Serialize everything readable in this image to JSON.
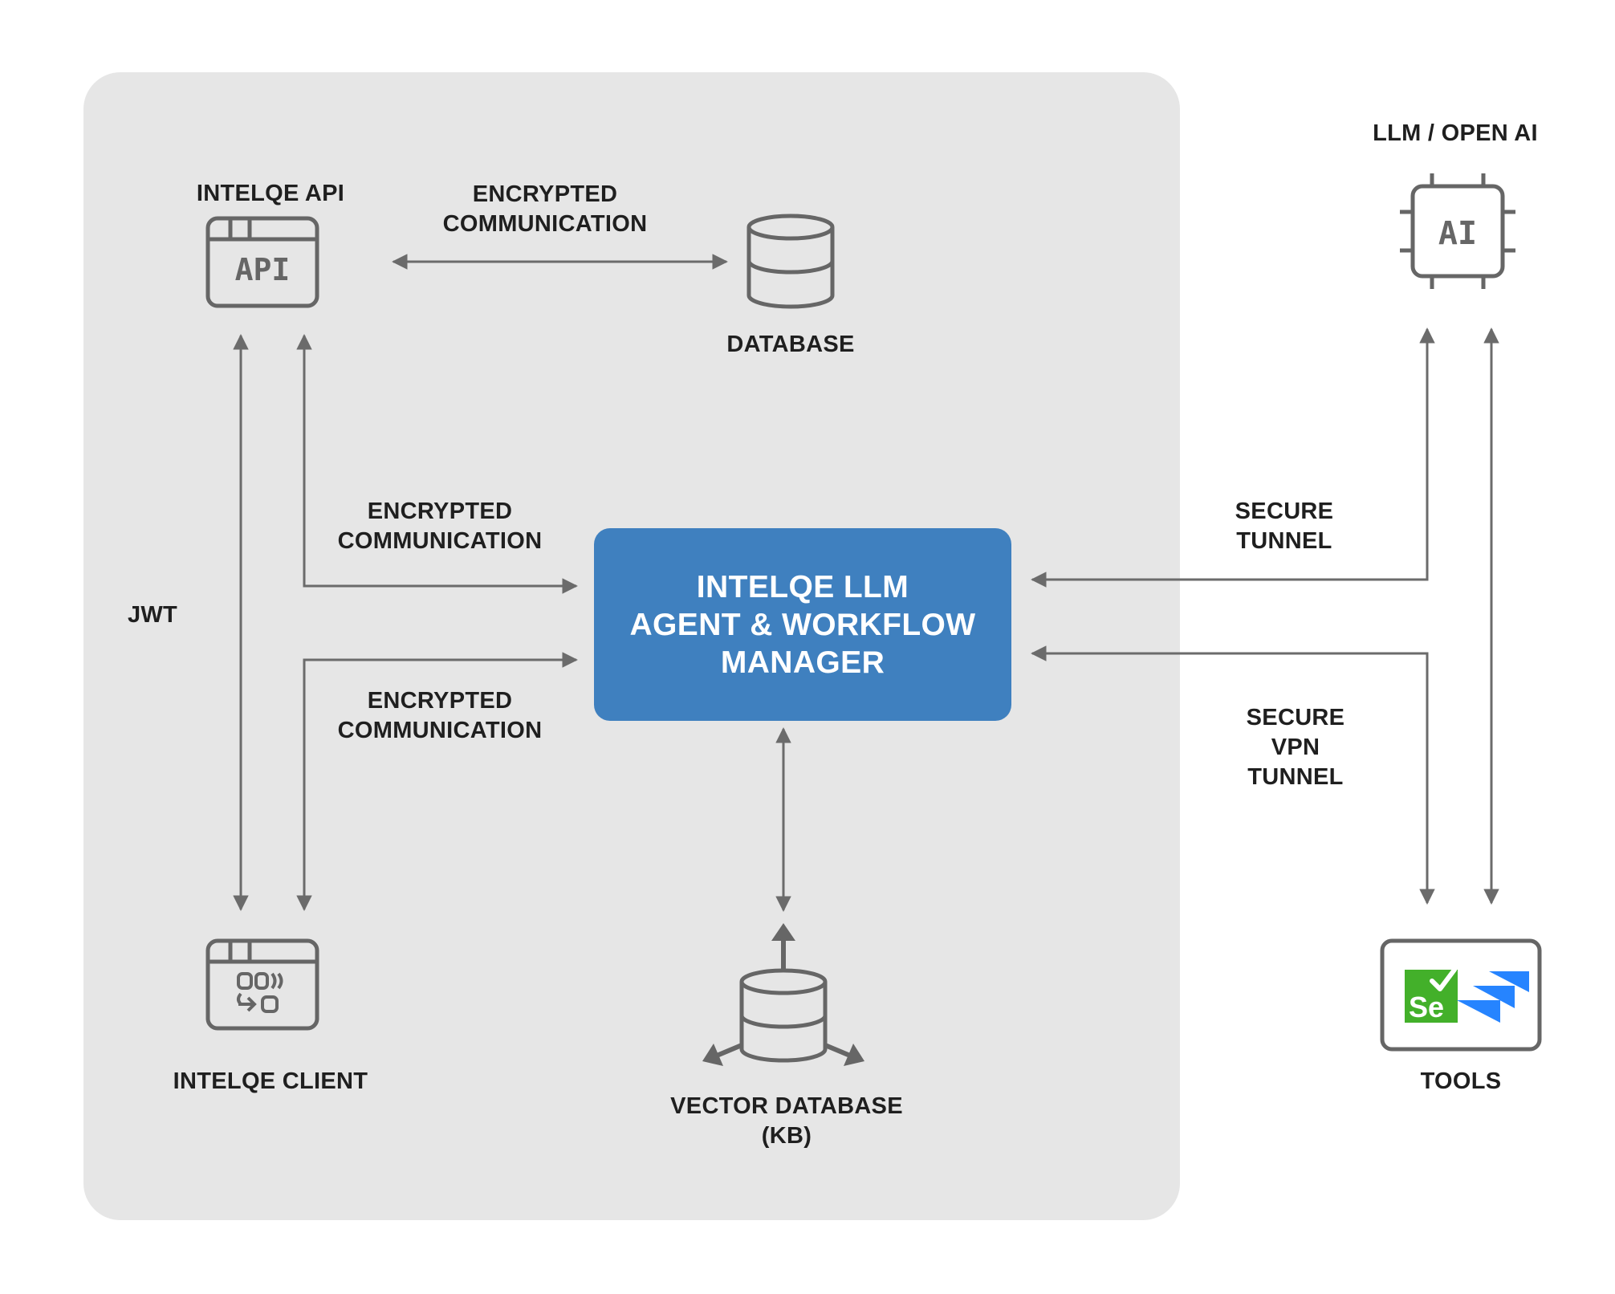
{
  "labels": {
    "api": "INTELQE API",
    "api_glyph": "API",
    "encrypted_top": [
      "ENCRYPTED",
      "COMMUNICATION"
    ],
    "database": "DATABASE",
    "llm": "LLM / OPEN AI",
    "ai_glyph": "AI",
    "encrypted_mid": [
      "ENCRYPTED",
      "COMMUNICATION"
    ],
    "encrypted_low": [
      "ENCRYPTED",
      "COMMUNICATION"
    ],
    "jwt": "JWT",
    "manager": [
      "INTELQE LLM",
      "AGENT & WORKFLOW",
      "MANAGER"
    ],
    "secure_tunnel": [
      "SECURE",
      "TUNNEL"
    ],
    "secure_vpn": [
      "SECURE",
      "VPN",
      "TUNNEL"
    ],
    "client": "INTELQE CLIENT",
    "vector_db": [
      "VECTOR DATABASE",
      "(KB)"
    ],
    "tools": "TOOLS",
    "selenium_glyph": "Se"
  },
  "colors": {
    "panel": "#e6e6e6",
    "manager": "#3f80bf",
    "connector": "#6b6b6b",
    "icon_stroke": "#666666",
    "selenium": "#43b02a",
    "jira": "#2684ff"
  },
  "icons": [
    "api-window-icon",
    "database-icon",
    "ai-chip-icon",
    "client-window-icon",
    "vector-database-icon",
    "tools-icon"
  ]
}
